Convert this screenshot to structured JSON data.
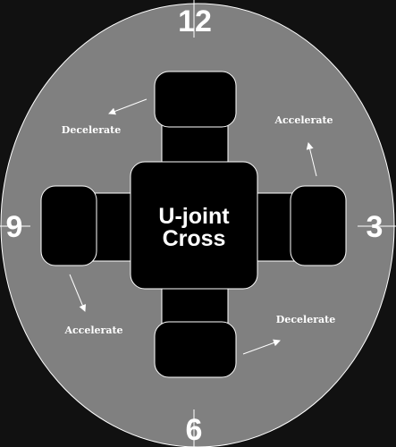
{
  "center_label": {
    "line1": "U-joint",
    "line2": "Cross"
  },
  "clock_numbers": {
    "twelve": "12",
    "three": "3",
    "six": "6",
    "nine": "9"
  },
  "annotations": {
    "top_left": "Decelerate",
    "top_right": "Accelerate",
    "bottom_left": "Accelerate",
    "bottom_right": "Decelerate"
  },
  "colors": {
    "background": "#111111",
    "disc": "#808080",
    "cross": "#000000",
    "text": "#ffffff"
  }
}
